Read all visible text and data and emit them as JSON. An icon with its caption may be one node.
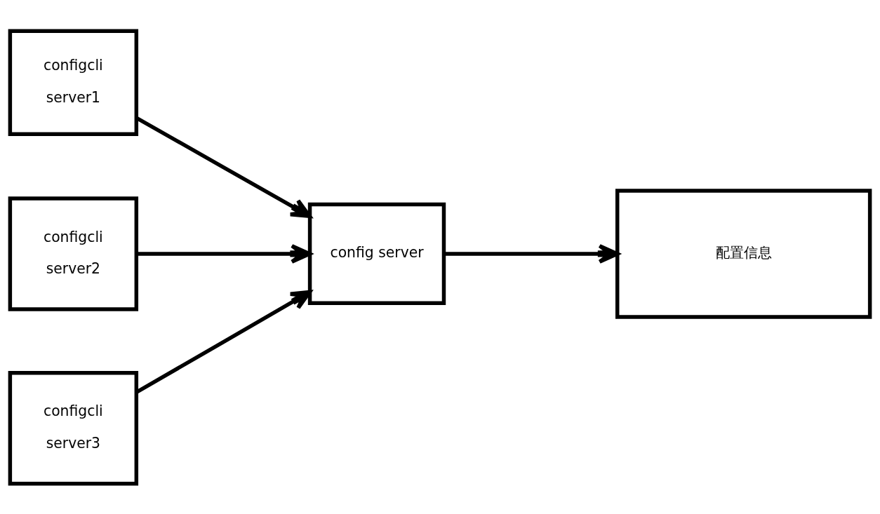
{
  "diagram": {
    "nodes": [
      {
        "text": [
          "configcli",
          "server1"
        ]
      },
      {
        "text": [
          "configcli",
          "server2"
        ]
      },
      {
        "text": [
          "configcli",
          "server3"
        ]
      },
      {
        "text": [
          "config server"
        ]
      },
      {
        "text": [
          "配置信息"
        ]
      }
    ],
    "edges": [
      {
        "from": 0,
        "to": 3,
        "arrow": "to"
      },
      {
        "from": 1,
        "to": 3,
        "arrow": "to"
      },
      {
        "from": 2,
        "to": 3,
        "arrow": "to"
      },
      {
        "from": 3,
        "to": 4,
        "arrow": "to"
      }
    ]
  }
}
